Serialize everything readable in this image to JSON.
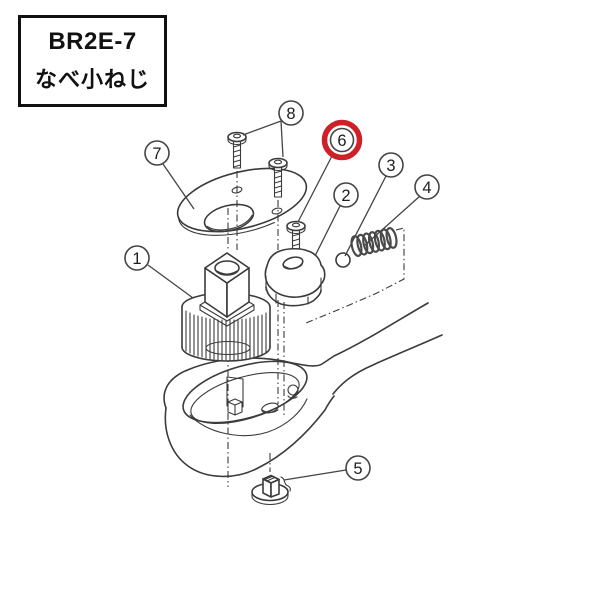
{
  "label_box": {
    "model": "BR2E-7",
    "part_name": "なべ小ねじ"
  },
  "colors": {
    "line": "#3b3b3b",
    "callout_stroke": "#444444",
    "highlight_ring": "#CE2127",
    "background": "#ffffff"
  },
  "callouts": [
    {
      "number": "1",
      "target": "drive-gear",
      "highlighted": false
    },
    {
      "number": "2",
      "target": "pawl",
      "highlighted": false
    },
    {
      "number": "3",
      "target": "detent-ball",
      "highlighted": false
    },
    {
      "number": "4",
      "target": "spring",
      "highlighted": false
    },
    {
      "number": "5",
      "target": "selector-knob",
      "highlighted": false
    },
    {
      "number": "6",
      "target": "pan-head-screw",
      "highlighted": true
    },
    {
      "number": "7",
      "target": "cover-plate",
      "highlighted": false
    },
    {
      "number": "8",
      "target": "cover-screws",
      "highlighted": false
    }
  ]
}
